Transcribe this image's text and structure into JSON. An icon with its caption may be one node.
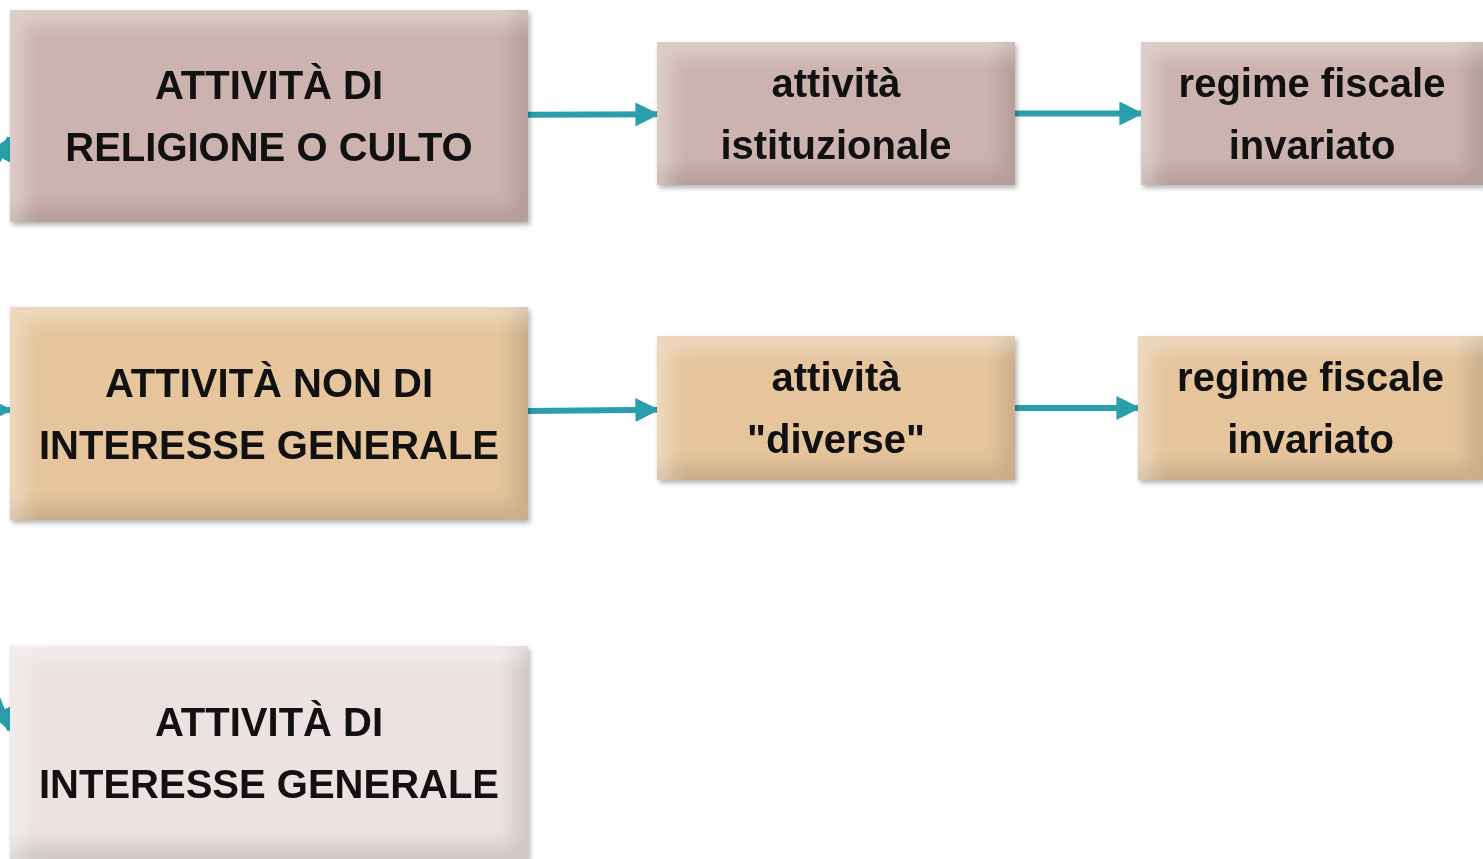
{
  "diagram": {
    "nodes": [
      {
        "text": [
          "ATTIVITÀ DI RELIGIONE O CULTO"
        ]
      },
      {
        "text": [
          "attività istituzionale"
        ]
      },
      {
        "text": [
          "regime fiscale invariato"
        ]
      },
      {
        "text": [
          "ATTIVITÀ NON DI INTERESSE GENERALE"
        ]
      },
      {
        "text": [
          "attività \"diverse\""
        ]
      },
      {
        "text": [
          "regime fiscale invariato"
        ]
      },
      {
        "text": [
          "ATTIVITÀ DI INTERESSE GENERALE"
        ]
      }
    ],
    "edges": [
      {
        "from": null,
        "to": 0,
        "arrow": "to"
      },
      {
        "from": 0,
        "to": 1,
        "arrow": "to"
      },
      {
        "from": 1,
        "to": 2,
        "arrow": "to"
      },
      {
        "from": null,
        "to": 3,
        "arrow": "to"
      },
      {
        "from": 3,
        "to": 4,
        "arrow": "to"
      },
      {
        "from": 4,
        "to": 5,
        "arrow": "to"
      },
      {
        "from": null,
        "to": 6,
        "arrow": "to"
      }
    ]
  }
}
